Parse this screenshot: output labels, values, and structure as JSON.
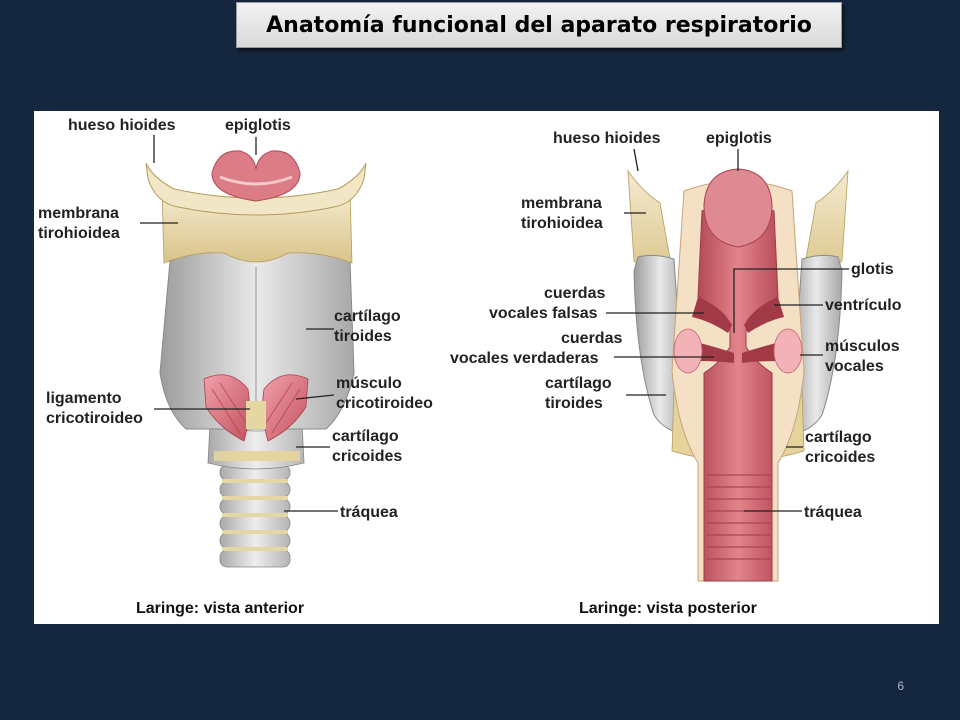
{
  "slide": {
    "title": "Anatomía funcional del aparato respiratorio",
    "page_number": "6"
  },
  "anterior": {
    "caption": "Laringe: vista anterior",
    "labels": {
      "hueso_hioides": "hueso hioides",
      "epiglotis": "epiglotis",
      "membrana": "membrana",
      "tirohioidea": "tirohioidea",
      "cartilago_1": "cartílago",
      "tiroides": "tiroides",
      "musculo": "músculo",
      "cricotiroideo": "cricotiroideo",
      "ligamento": "ligamento",
      "cricotiroideo_lig": "cricotiroideo",
      "cartilago_2": "cartílago",
      "cricoides": "cricoides",
      "traquea": "tráquea"
    }
  },
  "posterior": {
    "caption": "Laringe: vista posterior",
    "labels": {
      "hueso_hioides": "hueso hioides",
      "epiglotis": "epiglotis",
      "membrana": "membrana",
      "tirohioidea": "tirohioidea",
      "glotis": "glotis",
      "cuerdas_1": "cuerdas",
      "vocales_falsas": "vocales falsas",
      "ventriculo": "ventrículo",
      "cuerdas_2": "cuerdas",
      "vocales_verdaderas": "vocales verdaderas",
      "musculos": "músculos",
      "vocales": "vocales",
      "cartilago_1": "cartílago",
      "tiroides": "tiroides",
      "cartilago_2": "cartílago",
      "cricoides": "cricoides",
      "traquea": "tráquea"
    }
  },
  "colors": {
    "background": "#15273f",
    "cartilage": "#e8d9a6",
    "thyroid": "#c9c9c9",
    "muscle": "#d96b7a",
    "mucosa": "#c65a63"
  }
}
